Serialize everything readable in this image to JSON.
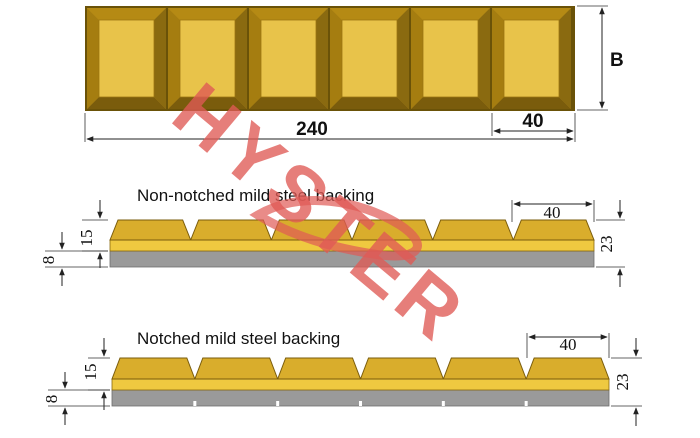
{
  "top_view": {
    "tile_count": 6,
    "dim_total": "240",
    "dim_tile": "40",
    "dim_height": "B"
  },
  "non_notched": {
    "caption": "Non-notched mild steel backing",
    "dim_tile": "40",
    "dim_tile_height": "15",
    "dim_total_height": "23",
    "dim_backing": "8"
  },
  "notched": {
    "caption": "Notched mild steel backing",
    "dim_tile": "40",
    "dim_tile_height": "15",
    "dim_total_height": "23",
    "dim_backing": "8"
  },
  "watermark": {
    "text": "HYSTER"
  },
  "colors": {
    "tile_face": "#e8c34a",
    "tile_bevel_dark": "#8a6a10",
    "tile_bevel_light": "#c99a1e",
    "frame": "#5a4408",
    "backing": "#9a9a9a",
    "watermark": "#e05a55"
  }
}
